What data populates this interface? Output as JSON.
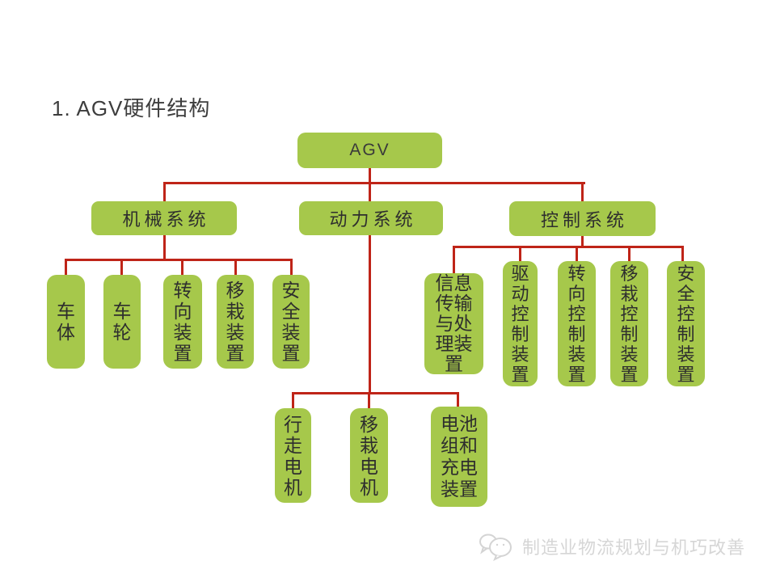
{
  "title": "1. AGV硬件结构",
  "colors": {
    "node_fill": "#a6c84b",
    "connector_red": "#bf2418",
    "node_text": "#2e2e2e",
    "title_text": "#3d3d3d",
    "watermark_gray": "#d6d6d6"
  },
  "diagram": {
    "type": "org-chart-tree",
    "root": {
      "label": "AGV"
    },
    "branches": [
      {
        "label": "机械系统",
        "children": [
          "车体",
          "车轮",
          "转向装置",
          "移栽装置",
          "安全装置"
        ]
      },
      {
        "label": "动力系统",
        "children": [
          "行走电机",
          "移栽电机",
          "电池组和充电装置"
        ]
      },
      {
        "label": "控制系统",
        "children": [
          "信息传输与处理装置",
          "驱动控制装置",
          "转向控制装置",
          "移栽控制装置",
          "安全控制装置"
        ]
      }
    ]
  },
  "watermark": {
    "text": "制造业物流规划与机巧改善",
    "icon": "chat-bubbles-icon"
  }
}
